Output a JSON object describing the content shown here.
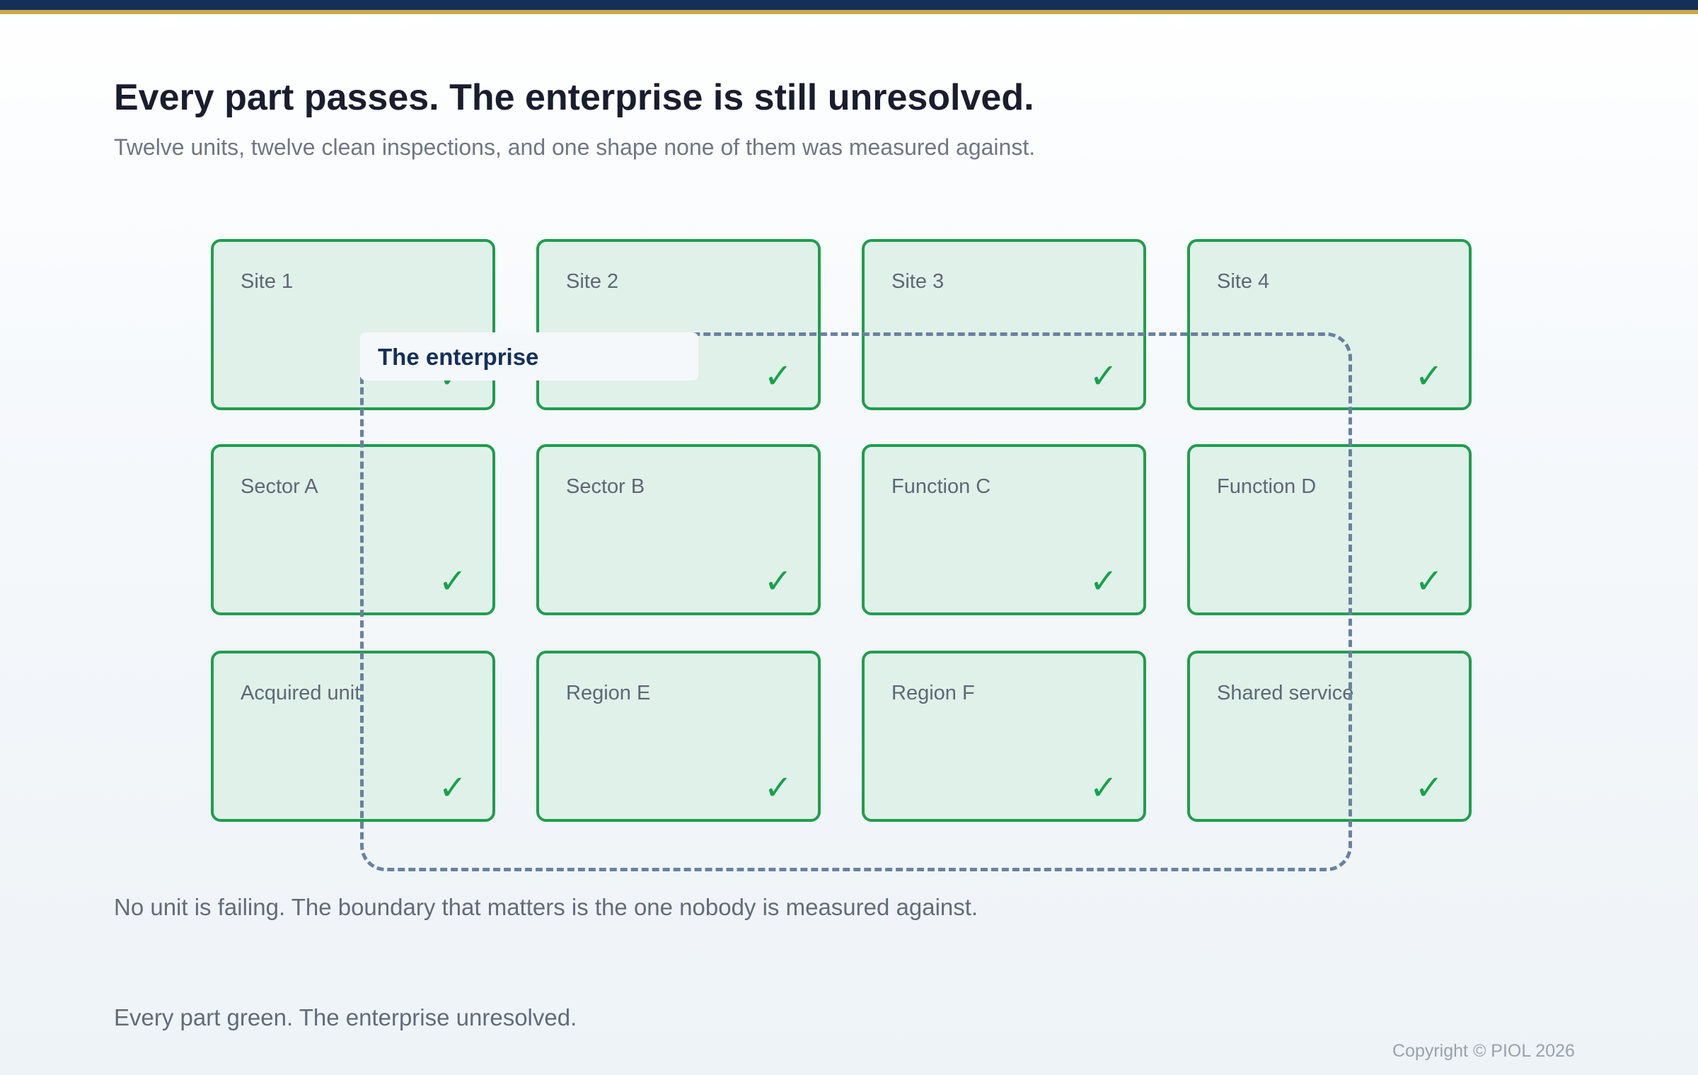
{
  "header": {
    "title": "Every part passes. The enterprise is still unresolved.",
    "subtitle": "Twelve units, twelve clean inspections, and one shape none of them was measured against."
  },
  "units": [
    {
      "label": "Site 1",
      "status_icon": "check-icon"
    },
    {
      "label": "Site 2",
      "status_icon": "check-icon"
    },
    {
      "label": "Site 3",
      "status_icon": "check-icon"
    },
    {
      "label": "Site 4",
      "status_icon": "check-icon"
    },
    {
      "label": "Sector A",
      "status_icon": "check-icon"
    },
    {
      "label": "Sector B",
      "status_icon": "check-icon"
    },
    {
      "label": "Function C",
      "status_icon": "check-icon"
    },
    {
      "label": "Function D",
      "status_icon": "check-icon"
    },
    {
      "label": "Acquired unit",
      "status_icon": "check-icon"
    },
    {
      "label": "Region E",
      "status_icon": "check-icon"
    },
    {
      "label": "Region F",
      "status_icon": "check-icon"
    },
    {
      "label": "Shared service",
      "status_icon": "check-icon"
    }
  ],
  "check_glyph": "✓",
  "enterprise": {
    "label": "The enterprise"
  },
  "caption": "No unit is failing. The boundary that matters is the one nobody is measured against.",
  "footer_note": "Every part green. The enterprise unresolved.",
  "copyright": "Copyright © PIOL 2026",
  "colors": {
    "pass_border": "#1f9e4c",
    "pass_fill": "#e0f1e9",
    "check": "#17a24a",
    "boundary": "#6a81a0",
    "brand_navy": "#14305a",
    "brand_gold": "#c8a84a"
  }
}
